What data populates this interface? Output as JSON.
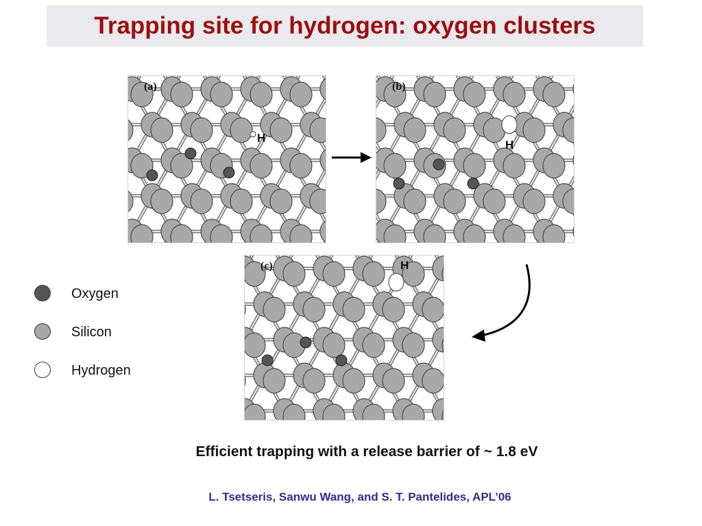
{
  "title": "Trapping site for hydrogen: oxygen clusters",
  "panels": [
    {
      "label": "(a)",
      "h_label": "H"
    },
    {
      "label": "(b)",
      "h_label": "H"
    },
    {
      "label": "(c)",
      "h_label": "H"
    }
  ],
  "legend": [
    {
      "label": "Oxygen",
      "color": "#555555"
    },
    {
      "label": "Silicon",
      "color": "#a8a8a8"
    },
    {
      "label": "Hydrogen",
      "color": "#ffffff"
    }
  ],
  "caption": "Efficient trapping with a release barrier of ~ 1.8 eV",
  "citation": "L. Tsetseris, Sanwu Wang, and S. T. Pantelides, APL’06",
  "colors": {
    "title": "#9b0e0e",
    "citation": "#2b2f8f",
    "silicon": "#a8a8a8",
    "oxygen": "#555555",
    "hydrogen": "#ffffff"
  }
}
